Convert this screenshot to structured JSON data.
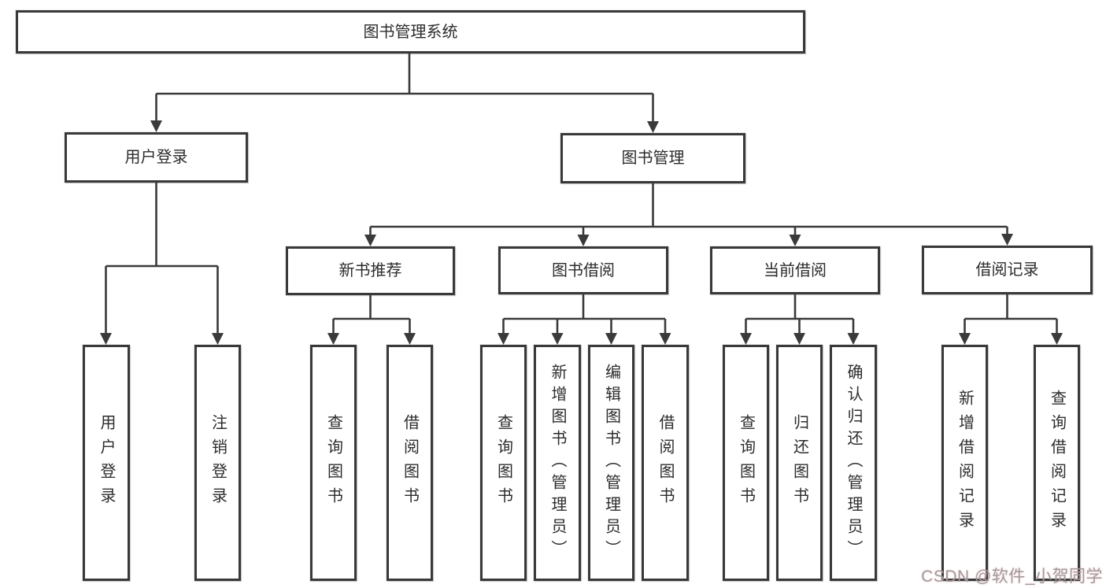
{
  "diagram_title": "图书管理系统",
  "nodes": {
    "root": {
      "label": "图书管理系统"
    },
    "login": {
      "label": "用户登录"
    },
    "mgmt": {
      "label": "图书管理"
    },
    "new_books": {
      "label": "新书推荐"
    },
    "book_borrow": {
      "label": "图书借阅"
    },
    "current_borrow": {
      "label": "当前借阅"
    },
    "borrow_records": {
      "label": "借阅记录"
    },
    "user_login": {
      "label": "用户登录"
    },
    "logout": {
      "label": "注销登录"
    },
    "nb_query": {
      "label": "查询图书"
    },
    "nb_borrow": {
      "label": "借阅图书"
    },
    "b_query": {
      "label": "查询图书"
    },
    "b_add": {
      "label": "新增图书（管理员）"
    },
    "b_edit": {
      "label": "编辑图书（管理员）"
    },
    "b_borrow": {
      "label": "借阅图书"
    },
    "c_query": {
      "label": "查询图书"
    },
    "c_return": {
      "label": "归还图书"
    },
    "c_confirm": {
      "label": "确认归还（管理员）"
    },
    "r_add": {
      "label": "新增借阅记录"
    },
    "r_query": {
      "label": "查询借阅记录"
    }
  },
  "hierarchy": [
    {
      "parent": "root",
      "children": [
        "login",
        "mgmt"
      ]
    },
    {
      "parent": "login",
      "children": [
        "user_login",
        "logout"
      ]
    },
    {
      "parent": "mgmt",
      "children": [
        "new_books",
        "book_borrow",
        "current_borrow",
        "borrow_records"
      ]
    },
    {
      "parent": "new_books",
      "children": [
        "nb_query",
        "nb_borrow"
      ]
    },
    {
      "parent": "book_borrow",
      "children": [
        "b_query",
        "b_add",
        "b_edit",
        "b_borrow"
      ]
    },
    {
      "parent": "current_borrow",
      "children": [
        "c_query",
        "c_return",
        "c_confirm"
      ]
    },
    {
      "parent": "borrow_records",
      "children": [
        "r_add",
        "r_query"
      ]
    }
  ],
  "colors": {
    "line": "#3a3a3c",
    "box_border": "#39393b",
    "text": "#2c2c2e",
    "watermark": "#9c9c9e",
    "background": "#ffffff"
  },
  "watermark": {
    "text": "CSDN @软件_小贺同学"
  }
}
